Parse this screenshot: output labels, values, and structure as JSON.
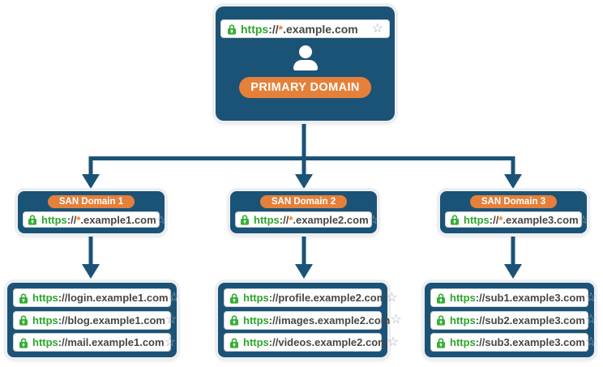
{
  "colors": {
    "navy": "#1B5377",
    "orange": "#E5803A",
    "green": "#2CA52C",
    "wildcard_orange": "#EE7C23",
    "url_text": "#474747",
    "star_gray": "#A8ADB2"
  },
  "icons": {
    "star": "☆",
    "lock": "green-padlock-icon",
    "person": "user-silhouette-icon"
  },
  "primary": {
    "button_label": "PRIMARY DOMAIN",
    "url": {
      "scheme": "https",
      "sep": "://",
      "wildcard": "*",
      "host": ".example.com"
    }
  },
  "columns": [
    {
      "label": "SAN Domain 1",
      "url": {
        "scheme": "https",
        "sep": "://",
        "wildcard": "*",
        "host": ".example1.com"
      },
      "subdomains": [
        {
          "scheme": "https",
          "rest": "://login.example1.com"
        },
        {
          "scheme": "https",
          "rest": "://blog.example1.com"
        },
        {
          "scheme": "https",
          "rest": "://mail.example1.com"
        }
      ]
    },
    {
      "label": "SAN Domain 2",
      "url": {
        "scheme": "https",
        "sep": "://",
        "wildcard": "*",
        "host": ".example2.com"
      },
      "subdomains": [
        {
          "scheme": "https",
          "rest": "://profile.example2.com"
        },
        {
          "scheme": "https",
          "rest": "://images.example2.com"
        },
        {
          "scheme": "https",
          "rest": "://videos.example2.com"
        }
      ]
    },
    {
      "label": "SAN Domain 3",
      "url": {
        "scheme": "https",
        "sep": "://",
        "wildcard": "*",
        "host": ".example3.com"
      },
      "subdomains": [
        {
          "scheme": "https",
          "rest": "://sub1.example3.com"
        },
        {
          "scheme": "https",
          "rest": "://sub2.example3.com"
        },
        {
          "scheme": "https",
          "rest": "://sub3.example3.com"
        }
      ]
    }
  ]
}
